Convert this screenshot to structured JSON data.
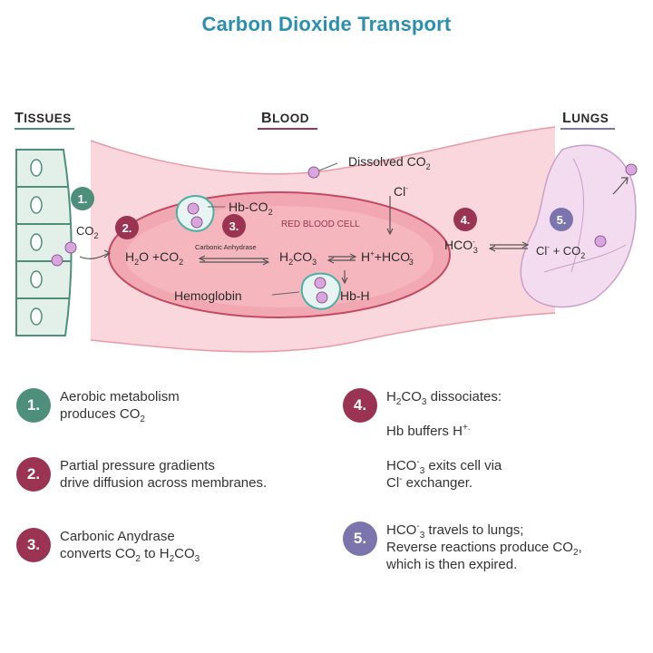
{
  "title": "Carbon Dioxide Transport",
  "sections": {
    "tissues": "Tissues",
    "blood": "Blood",
    "lungs": "Lungs"
  },
  "colors": {
    "teal": "#4e8f7b",
    "crimson": "#9b3352",
    "purple": "#7a75ad",
    "title_blue": "#2a8fae",
    "blood_pink": "#f7c9d0",
    "rbc_pink": "#f2a8b2"
  },
  "diagram": {
    "co2_tissue": "CO",
    "co2_tissue_sub": "2",
    "dissolved": "Dissolved CO",
    "dissolved_sub": "2",
    "hb_co2": "Hb-CO",
    "hb_co2_sub": "2",
    "rbc_label": "RED BLOOD CELL",
    "h2o_co2": {
      "a": "H",
      "a_sub": "2",
      "b": "O +CO",
      "b_sub": "2"
    },
    "enzyme": "Carbonic Anhydrase",
    "h2co3": {
      "a": "H",
      "a_sub": "2",
      "b": "CO",
      "b_sub": "3"
    },
    "h_hco3": {
      "a": "H",
      "a_sup": "+",
      "b": "+HCO",
      "b_sup": "-",
      "b_sub": "3"
    },
    "cl_in": "Cl",
    "cl_in_sup": "-",
    "hemoglobin": "Hemoglobin",
    "hb_h": "Hb-H",
    "hco3_out": {
      "a": "HCO",
      "a_sup": "-",
      "a_sub": "3"
    },
    "lungs_eq": {
      "a": "Cl",
      "a_sup": "-",
      "b": " + CO",
      "b_sub": "2"
    },
    "badges": [
      "1.",
      "2.",
      "3.",
      "4.",
      "5."
    ]
  },
  "legend": [
    {
      "num": "1.",
      "lines": [
        [
          "Aerobic metabolism"
        ],
        [
          "produces CO",
          {
            "sub": "2"
          }
        ]
      ]
    },
    {
      "num": "2.",
      "lines": [
        [
          "Partial pressure gradients"
        ],
        [
          "drive diffusion across membranes."
        ]
      ]
    },
    {
      "num": "3.",
      "lines": [
        [
          "Carbonic Anydrase"
        ],
        [
          "converts  CO",
          {
            "sub": "2"
          },
          " to H",
          {
            "sub": "2"
          },
          "CO",
          {
            "sub": "3"
          }
        ]
      ]
    },
    {
      "num": "4.",
      "lines": [
        [
          "H",
          {
            "sub": "2"
          },
          "CO",
          {
            "sub": "3"
          },
          "  dissociates:"
        ],
        [
          ""
        ],
        [
          "Hb buffers H",
          {
            "sup": "+."
          }
        ],
        [
          ""
        ],
        [
          "HCO",
          {
            "sup": "-"
          },
          {
            "sub": "3"
          },
          " exits cell via"
        ],
        [
          "Cl",
          {
            "sup": "-"
          },
          " exchanger."
        ]
      ]
    },
    {
      "num": "5.",
      "lines": [
        [
          "HCO",
          {
            "sup": "-"
          },
          {
            "sub": "3"
          },
          " travels to lungs;"
        ],
        [
          "Reverse reactions produce CO",
          {
            "sub": "2"
          },
          ","
        ],
        [
          "which is  then expired."
        ]
      ]
    }
  ]
}
